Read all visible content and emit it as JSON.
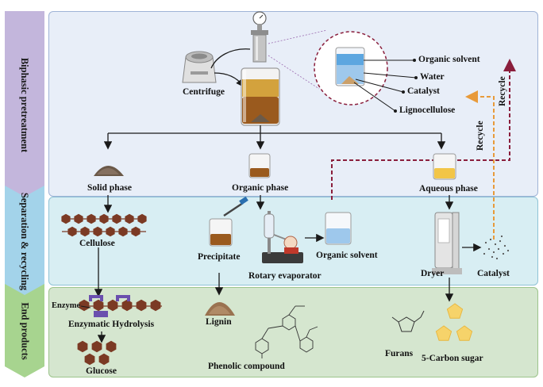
{
  "stages": {
    "biphasic": "Biphasic pretreatment",
    "separation": "Separation & recycling",
    "end": "End products"
  },
  "labels": {
    "centrifuge": "Centrifuge",
    "organic_solvent_top": "Organic solvent",
    "water": "Water",
    "catalyst_top": "Catalyst",
    "lignocellulose": "Lignocellulose",
    "recycle_1": "Recycle",
    "recycle_2": "Recycle",
    "solid_phase": "Solid phase",
    "organic_phase": "Organic phase",
    "aqueous_phase": "Aqueous phase",
    "cellulose": "Cellulose",
    "precipitate": "Precipitate",
    "rotary_evaporator": "Rotary evaporator",
    "organic_solvent_mid": "Organic solvent",
    "dryer": "Dryer",
    "catalyst_mid": "Catalyst",
    "enzyme": "Enzyme",
    "enzymatic_hydrolysis": "Enzymatic Hydrolysis",
    "glucose": "Glucose",
    "lignin": "Lignin",
    "phenolic": "Phenolic compound",
    "furans": "Furans",
    "five_carbon_sugar": "5-Carbon sugar"
  },
  "colors": {
    "band_top": "#e8eef8",
    "band_mid": "#d8eef3",
    "band_bottom": "#d5e6cf",
    "side_top": "#c3b6dc",
    "side_mid": "#a3d3ea",
    "side_bottom": "#a7d48f",
    "hexagon": "#7b3a24",
    "enzyme": "#6a4fae",
    "recycle_red": "#8a1e3c",
    "recycle_orange": "#e89a3a",
    "pentagon": "#f6d36a"
  },
  "icons": [
    "reactor-icon",
    "centrifuge-icon",
    "beaker-icon",
    "rotary-evaporator-icon",
    "dryer-icon",
    "pipette-icon",
    "powder-pile-icon",
    "hexagon-chain-icon",
    "pentagon-icon",
    "furan-structure-icon",
    "phenolic-structure-icon"
  ]
}
